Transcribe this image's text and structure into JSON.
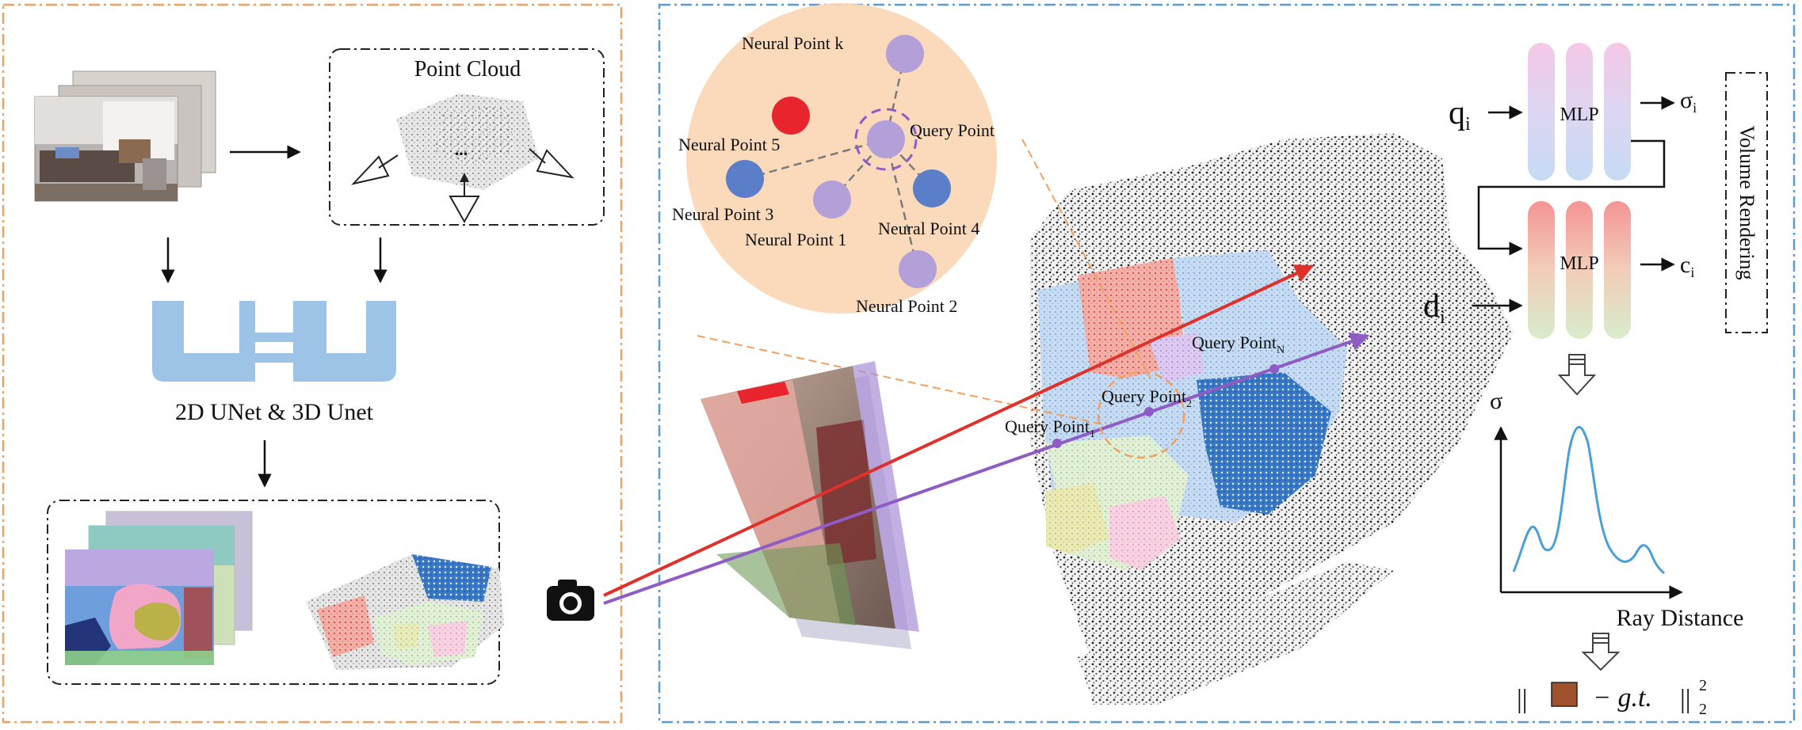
{
  "left_panel": {
    "point_cloud_title": "Point Cloud",
    "point_cloud_ellipsis": "...",
    "unet_label": "2D UNet & 3D Unet"
  },
  "magnifier": {
    "points": {
      "k": "Neural Point k",
      "query": "Query Point",
      "p5": "Neural Point 5",
      "p3": "Neural Point 3",
      "p1": "Neural Point 1",
      "p4": "Neural Point 4",
      "p2": "Neural Point 2"
    }
  },
  "scene": {
    "query_n_base": "Query Point",
    "query_n_sub": "N",
    "query_2_base": "Query Point",
    "query_2_sub": "2",
    "query_1_base": "Query Point",
    "query_1_sub": "1"
  },
  "mlp": {
    "q_base": "q",
    "q_sub": "i",
    "d_base": "d",
    "d_sub": "i",
    "mlp1_label": "MLP",
    "mlp2_label": "MLP",
    "sigma_base": "σ",
    "sigma_sub": "i",
    "c_base": "c",
    "c_sub": "i",
    "volume_rendering": "Volume Rendering"
  },
  "plot": {
    "ylabel": "σ",
    "xlabel": "Ray Distance"
  },
  "loss": {
    "open_bars": "||",
    "minus_gt": "− g.t.",
    "close_bars": "||",
    "subscript": "2",
    "superscript": "2"
  },
  "colors": {
    "orange_dash": "#f0a060",
    "blue_dash": "#5b9bd5",
    "unet_blue": "#9dc3e6",
    "magnifier_fill": "#fad6b4",
    "neural_purple": "#b4a0d8",
    "neural_blue": "#5b7ec8",
    "neural_red": "#e8242c",
    "ray_red": "#e0302a",
    "ray_purple": "#8e5cc4",
    "curve_blue": "#4a9fd8",
    "loss_brown": "#a0522d"
  }
}
